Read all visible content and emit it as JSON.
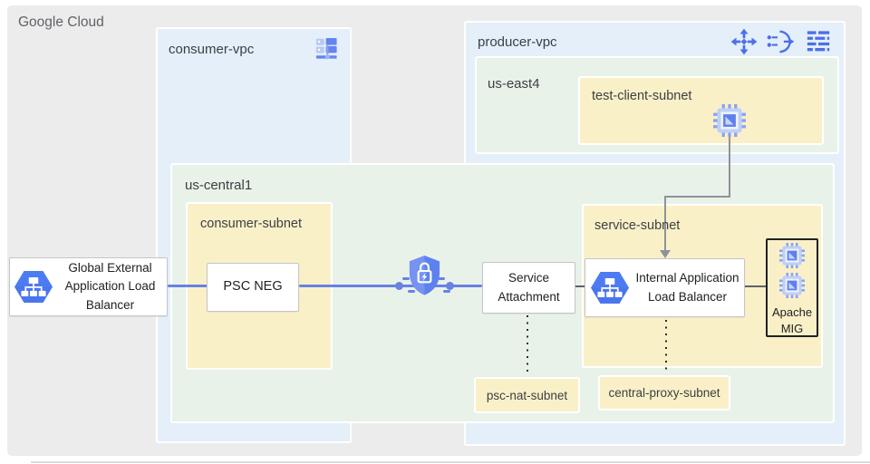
{
  "platform_label": "Google Cloud",
  "vpcs": {
    "consumer": {
      "label": "consumer-vpc"
    },
    "producer": {
      "label": "producer-vpc"
    }
  },
  "regions": {
    "us_east4": {
      "label": "us-east4"
    },
    "us_central1": {
      "label": "us-central1"
    }
  },
  "subnets": {
    "test_client": {
      "label": "test-client-subnet"
    },
    "consumer": {
      "label": "consumer-subnet"
    },
    "service": {
      "label": "service-subnet"
    },
    "psc_nat": {
      "label": "psc-nat-subnet"
    },
    "central_proxy": {
      "label": "central-proxy-subnet"
    }
  },
  "components": {
    "global_external_alb": {
      "label": "Global External Application Load Balancer"
    },
    "psc_neg": {
      "label": "PSC NEG"
    },
    "service_attachment": {
      "label": "Service Attachment"
    },
    "internal_alb": {
      "label": "Internal Application Load Balancer"
    },
    "apache_mig": {
      "label": "Apache MIG"
    }
  },
  "icons": {
    "vpc_network": "vpc-network-icon",
    "routes": "routes-icon",
    "cloud_nat": "cloud-nat-icon",
    "firewall": "firewall-icon",
    "vm_instance": "vm-instance-icon",
    "load_balancer": "load-balancer-icon",
    "psc_shield": "private-service-connect-icon"
  },
  "colors": {
    "vpc_fill": "#E4EFFA",
    "region_fill": "#E9F2E9",
    "subnet_fill": "#FAF0C8",
    "canvas_fill": "#ECECEC",
    "connector_blue": "#6782E3",
    "connector_gray": "#8E9399",
    "icon_blue": "#4D6FE8",
    "mig_border": "#1F2124"
  }
}
